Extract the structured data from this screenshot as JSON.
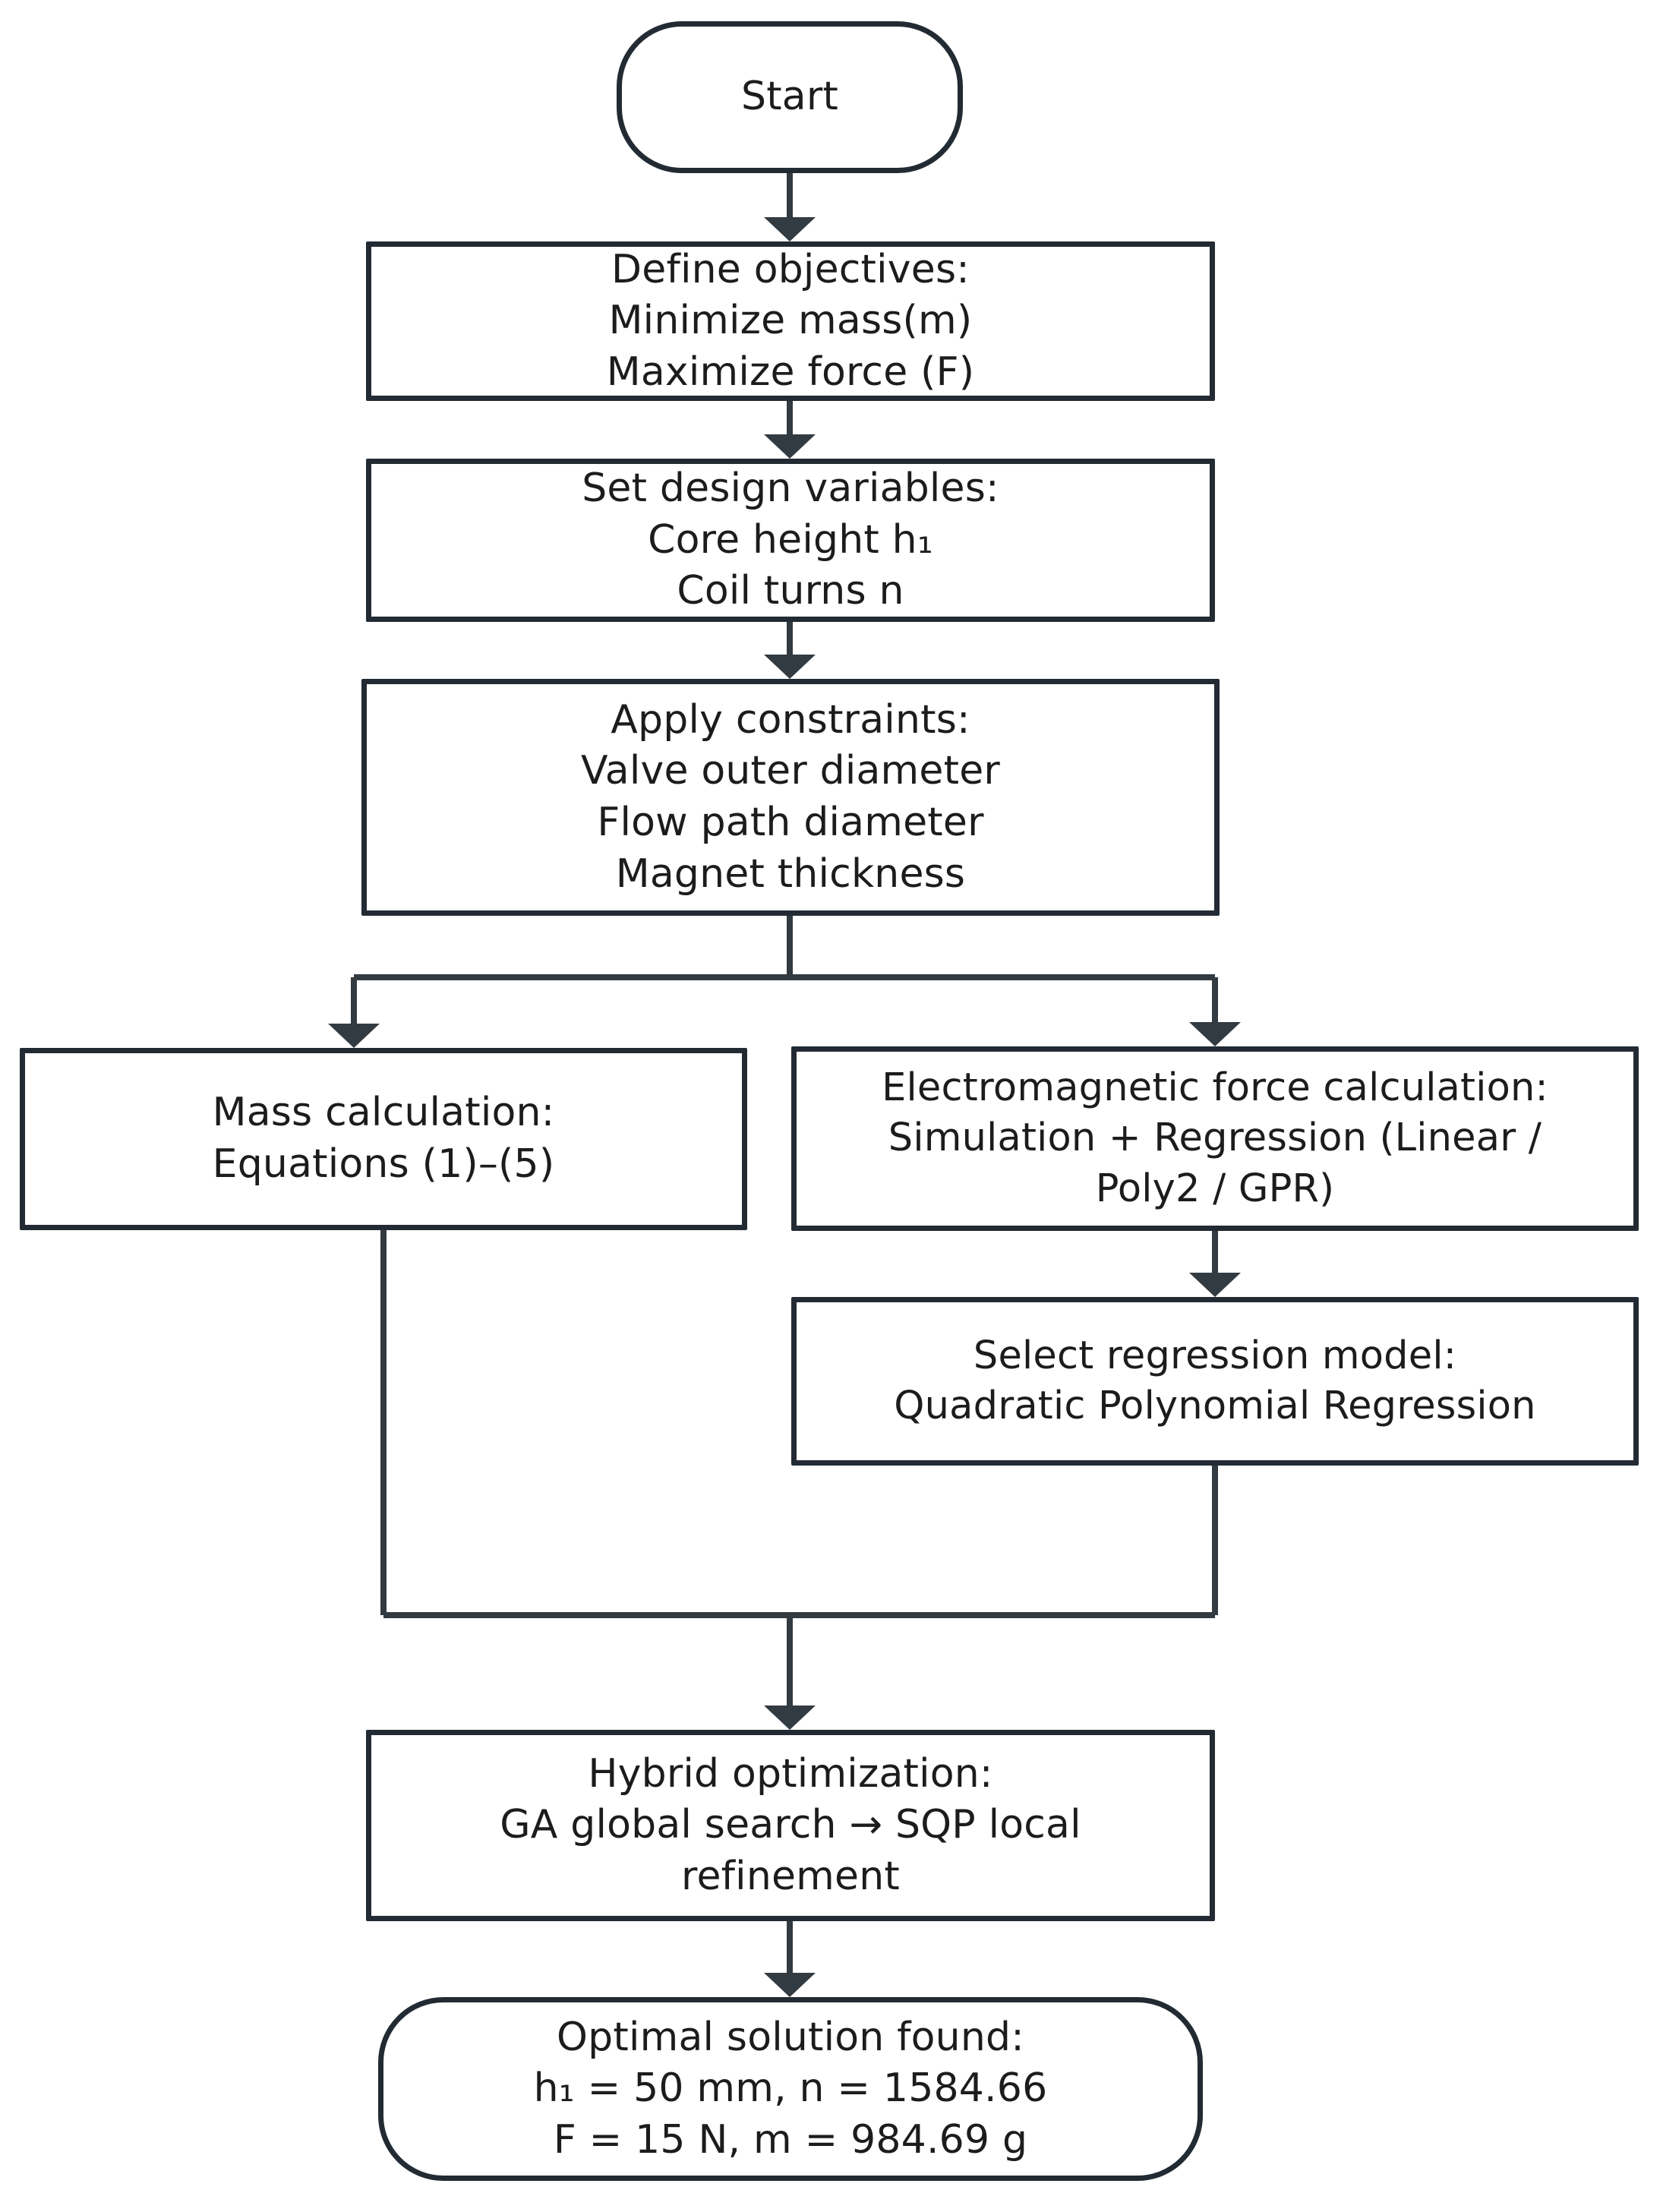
{
  "diagram": {
    "type": "flowchart",
    "orientation": "top-to-bottom",
    "colors": {
      "stroke": "#222b33",
      "text": "#1c1c1c",
      "background": "#ffffff",
      "arrow": "#333b42"
    },
    "nodes": [
      {
        "id": "start",
        "shape": "terminal",
        "text": "Start"
      },
      {
        "id": "objectives",
        "shape": "process",
        "text": "Define objectives:\nMinimize mass(m)\nMaximize force (F)"
      },
      {
        "id": "variables",
        "shape": "process",
        "text": "Set design variables:\nCore height h₁\nCoil turns n"
      },
      {
        "id": "constraints",
        "shape": "process",
        "text": "Apply constraints:\nValve outer diameter\nFlow path diameter\nMagnet thickness"
      },
      {
        "id": "mass",
        "shape": "process",
        "text": "Mass calculation:\nEquations (1)–(5)"
      },
      {
        "id": "emforce",
        "shape": "process",
        "text": "Electromagnetic force calculation:\nSimulation + Regression (Linear /\nPoly2 / GPR)"
      },
      {
        "id": "regmodel",
        "shape": "process",
        "text": "Select regression model:\nQuadratic Polynomial Regression"
      },
      {
        "id": "hybrid",
        "shape": "process",
        "text": "Hybrid optimization:\nGA global search → SQP local\nrefinement"
      },
      {
        "id": "optimal",
        "shape": "terminal",
        "text": "Optimal solution found:\nh₁ = 50 mm, n = 1584.66\nF = 15 N, m = 984.69 g"
      }
    ],
    "edges": [
      {
        "id": "e1",
        "from": "start",
        "to": "objectives",
        "style": "straight-arrow"
      },
      {
        "id": "e2",
        "from": "objectives",
        "to": "variables",
        "style": "straight-arrow"
      },
      {
        "id": "e3",
        "from": "variables",
        "to": "constraints",
        "style": "straight-arrow"
      },
      {
        "id": "e4",
        "from": "constraints",
        "to": "mass",
        "style": "fork-left-arrow"
      },
      {
        "id": "e5",
        "from": "constraints",
        "to": "emforce",
        "style": "fork-right-arrow"
      },
      {
        "id": "e6",
        "from": "emforce",
        "to": "regmodel",
        "style": "straight-arrow"
      },
      {
        "id": "e7",
        "from": "mass",
        "to": "hybrid",
        "style": "merge-left"
      },
      {
        "id": "e8",
        "from": "regmodel",
        "to": "hybrid",
        "style": "merge-right-arrow"
      },
      {
        "id": "e9",
        "from": "hybrid",
        "to": "optimal",
        "style": "straight-arrow"
      }
    ]
  }
}
